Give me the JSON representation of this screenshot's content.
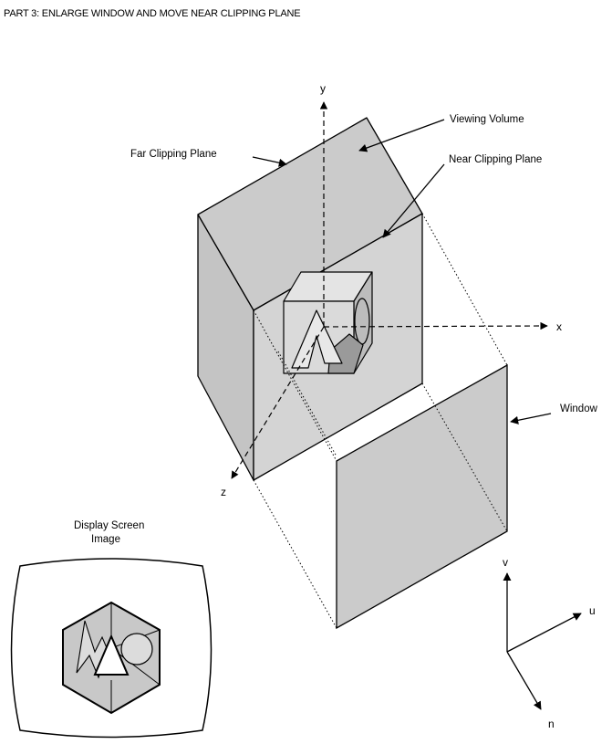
{
  "title": "PART 3: ENLARGE WINDOW AND MOVE NEAR CLIPPING PLANE",
  "labels": {
    "viewing_volume": "Viewing Volume",
    "far_clipping_plane": "Far Clipping Plane",
    "near_clipping_plane": "Near Clipping Plane",
    "window": "Window",
    "display_screen_line1": "Display Screen",
    "display_screen_line2": "Image"
  },
  "axes": {
    "x": "x",
    "y": "y",
    "z": "z",
    "u": "u",
    "v": "v",
    "n": "n"
  },
  "colors": {
    "fill": "#cbcbcb",
    "fill_light": "#dcdcdc",
    "stroke": "#000000"
  }
}
